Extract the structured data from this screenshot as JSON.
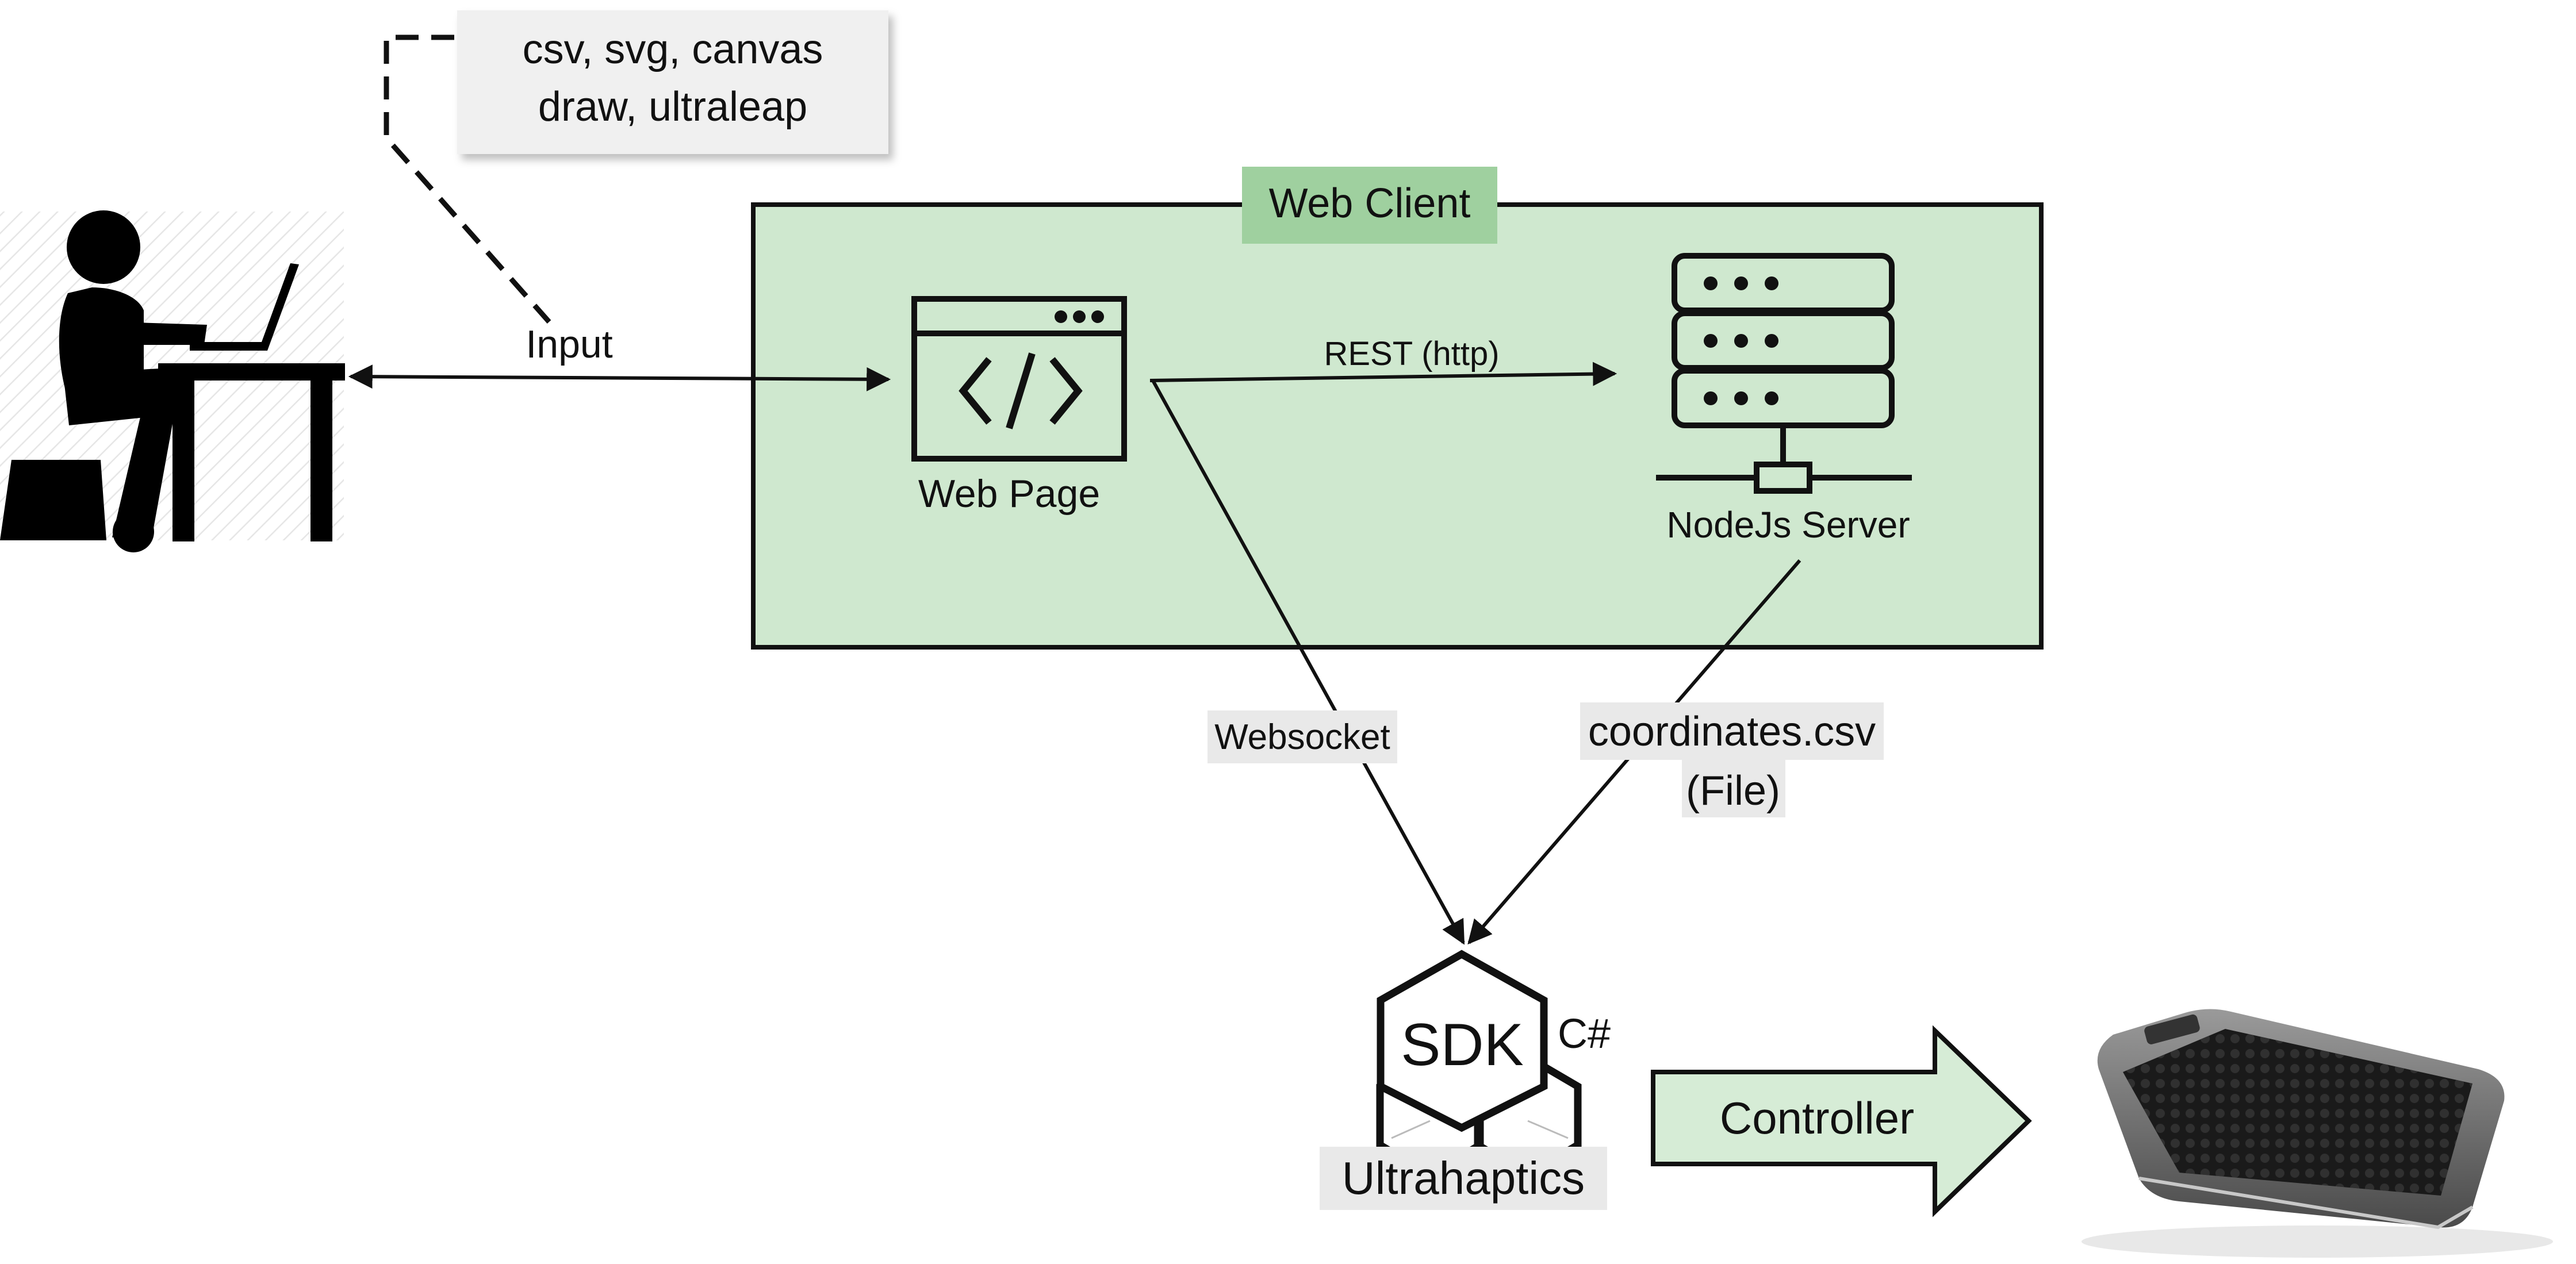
{
  "note": {
    "line1": "csv, svg, canvas",
    "line2": "draw, ultraleap"
  },
  "web_client": {
    "title": "Web Client"
  },
  "labels": {
    "input": "Input",
    "web_page": "Web Page",
    "rest": "REST (http)",
    "server": "NodeJs Server",
    "websocket": "Websocket",
    "coords_line1": "coordinates.csv",
    "coords_line2": "(File)",
    "sdk": "SDK",
    "csharp": "C#",
    "ultrahaptics": "Ultrahaptics",
    "controller": "Controller"
  },
  "icons": {
    "user": "person-at-desk-with-laptop-icon",
    "web_page": "code-browser-window-icon",
    "server": "server-rack-icon",
    "sdk": "hexagon-cluster-icon",
    "controller_arrow": "right-arrow-shape",
    "device": "ultrahaptics-array-device"
  },
  "colors": {
    "panel_fill": "#cfe8cf",
    "panel_title_fill": "#9fd09f",
    "note_fill": "#f0f0f0",
    "label_bg": "#e9e9e9",
    "stroke": "#111111",
    "controller_fill": "#d6ecd6"
  }
}
